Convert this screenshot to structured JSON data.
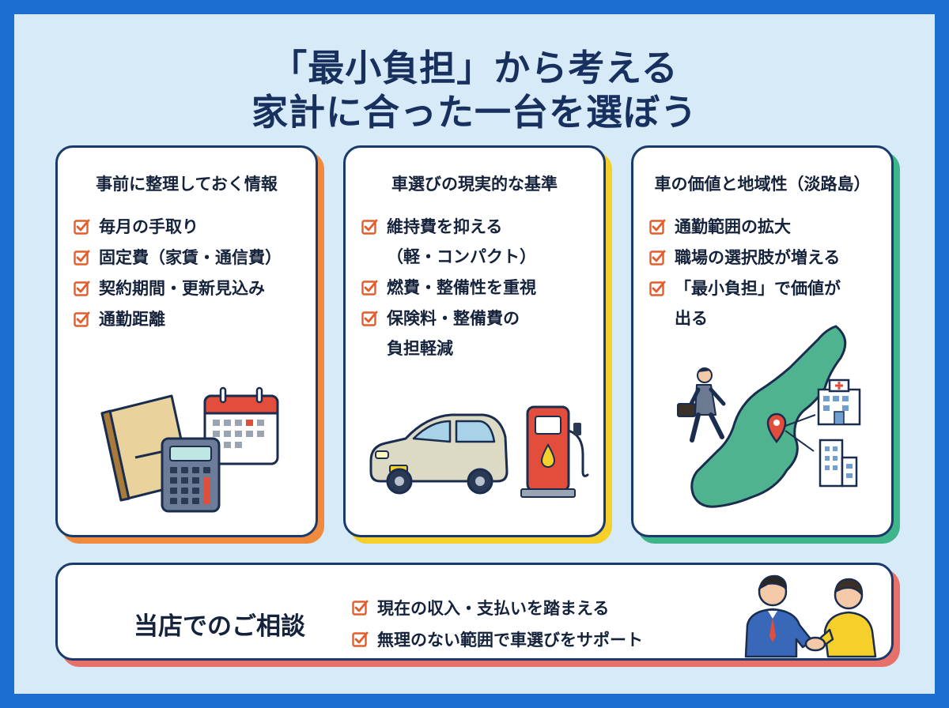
{
  "header": {
    "title_line1": "「最小負担」から考える",
    "title_line2": "家計に合った一台を選ぼう"
  },
  "cards": [
    {
      "title": "事前に整理しておく情報",
      "items": [
        "毎月の手取り",
        "固定費（家賃・通信費）",
        "契約期間・更新見込み",
        "通勤距離"
      ]
    },
    {
      "title": "車選びの現実的な基準",
      "items": [
        "維持費を抑える\n（軽・コンパクト）",
        "燃費・整備性を重視",
        "保険料・整備費の\n負担軽減"
      ]
    },
    {
      "title": "車の価値と地域性（淡路島）",
      "items": [
        "通勤範囲の拡大",
        "職場の選択肢が増える",
        "「最小負担」で価値が\n出る"
      ]
    }
  ],
  "consult": {
    "title": "当店でのご相談",
    "items": [
      "現在の収入・支払いを踏まえる",
      "無理のない範囲で車選びをサポート"
    ]
  },
  "colors": {
    "background": "#d6eaf8",
    "frame": "#1c6fd1",
    "card1_accent": "#f08a3c",
    "card2_accent": "#f5cf2a",
    "card3_accent": "#3fb58c",
    "consult_accent": "#e8706a",
    "check": "#e35d2c",
    "navy": "#18305e"
  }
}
